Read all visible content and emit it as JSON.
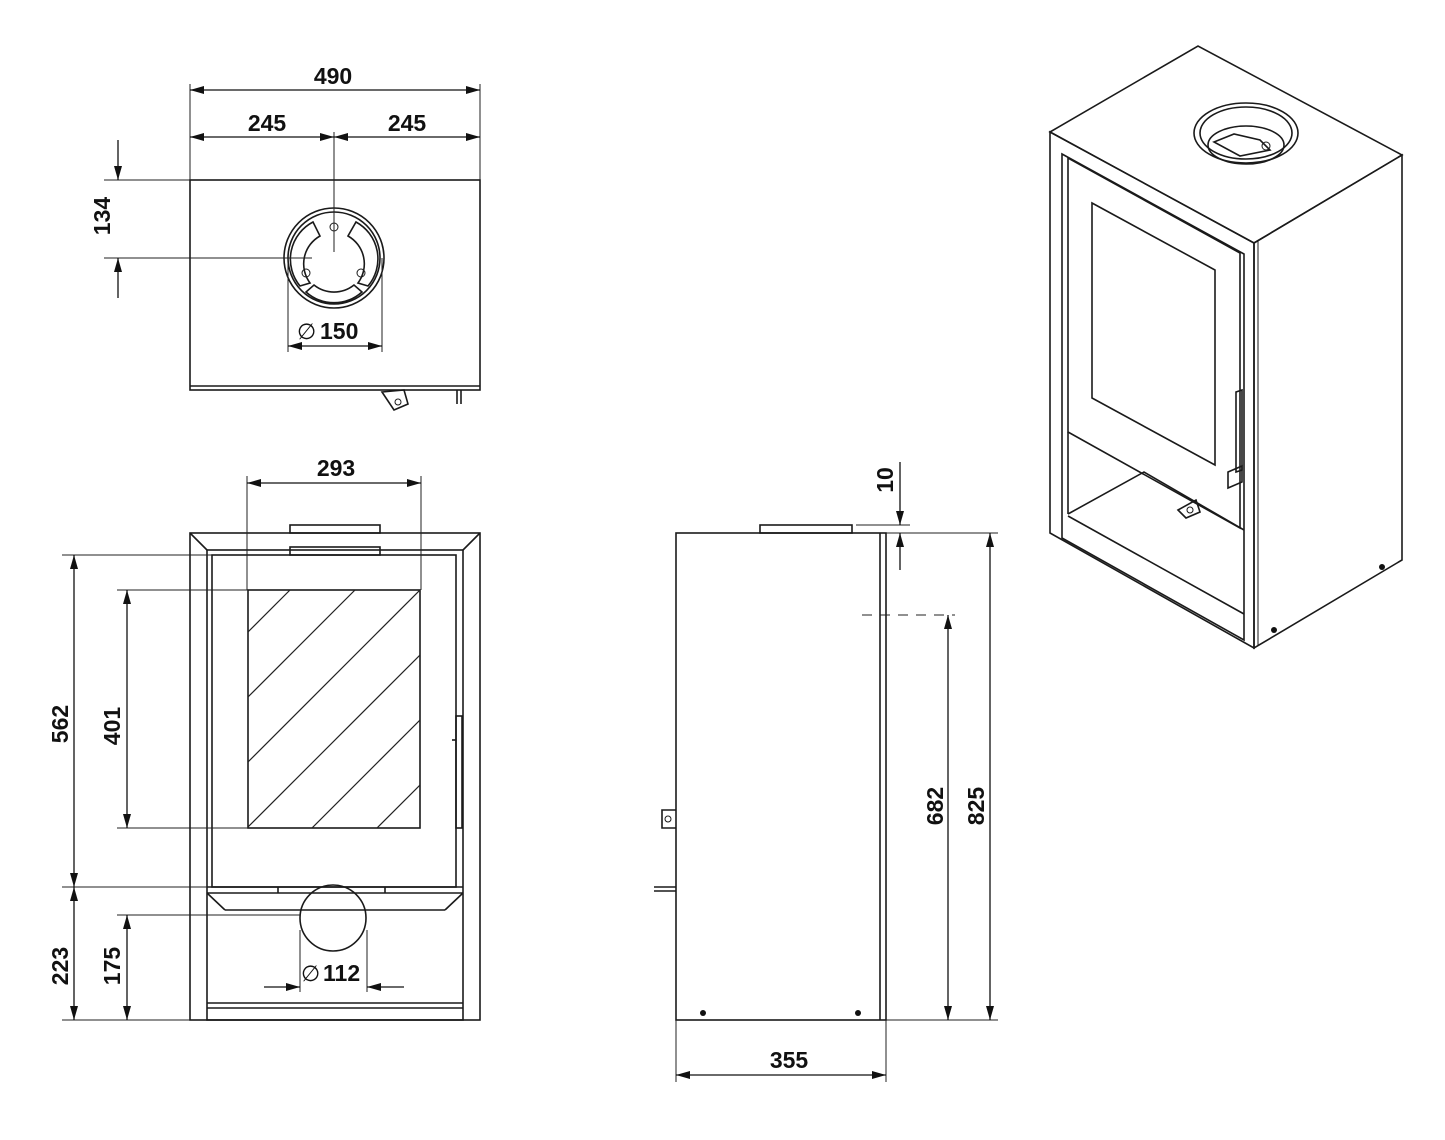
{
  "dimensions": {
    "top_width_total": "490",
    "top_half_left": "245",
    "top_half_right": "245",
    "top_flue_offset": "134",
    "flue_diameter_top": "150",
    "window_width": "293",
    "door_height": "562",
    "window_height": "401",
    "bottom_section_height": "223",
    "rear_outlet_height": "175",
    "flue_diameter_rear": "112",
    "side_depth": "355",
    "side_top_offset": "10",
    "side_height_inner": "682",
    "total_height": "825"
  },
  "symbols": {
    "diameter": "∅"
  }
}
